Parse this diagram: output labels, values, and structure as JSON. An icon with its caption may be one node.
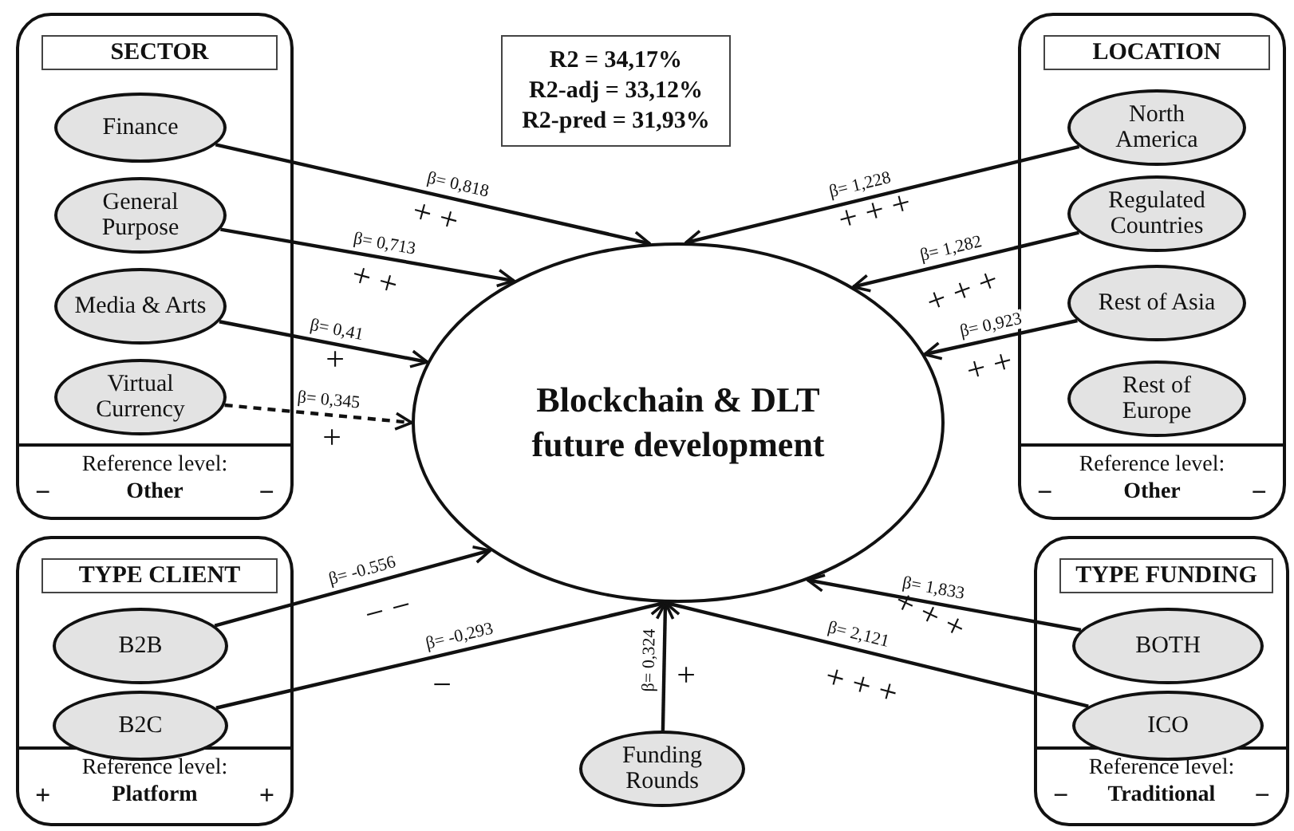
{
  "diagram": {
    "nodes": [
      {
        "text": [
          "SECTOR",
          "Reference level:",
          "−",
          "Other",
          "−"
        ]
      },
      {
        "text": [
          "Finance"
        ],
        "in": 0
      },
      {
        "text": [
          "General Purpose"
        ],
        "in": 0
      },
      {
        "text": [
          "Media & Arts"
        ],
        "in": 0
      },
      {
        "text": [
          "Virtual Currency"
        ],
        "in": 0
      },
      {
        "text": [
          "R2 = 34,17%",
          "R2-adj = 33,12%",
          "R2-pred = 31,93%"
        ]
      },
      {
        "text": [
          "LOCATION",
          "Reference level:",
          "−",
          "Other",
          "−"
        ]
      },
      {
        "text": [
          "North America"
        ],
        "in": 6
      },
      {
        "text": [
          "Regulated Countries"
        ],
        "in": 6
      },
      {
        "text": [
          "Rest of Asia"
        ],
        "in": 6
      },
      {
        "text": [
          "Rest of Europe"
        ],
        "in": 6
      },
      {
        "text": [
          "Blockchain & DLT future development"
        ]
      },
      {
        "text": [
          "TYPE CLIENT",
          "Reference level:",
          "+",
          "Platform",
          "+"
        ]
      },
      {
        "text": [
          "B2B"
        ],
        "in": 12
      },
      {
        "text": [
          "B2C"
        ],
        "in": 12
      },
      {
        "text": [
          "Funding Rounds"
        ]
      },
      {
        "text": [
          "TYPE FUNDING",
          "Reference level:",
          "−",
          "Traditional",
          "−"
        ]
      },
      {
        "text": [
          "BOTH"
        ],
        "in": 16
      },
      {
        "text": [
          "ICO"
        ],
        "in": 16
      }
    ],
    "edges": [
      {
        "from": 1,
        "to": 11,
        "arrow": "to",
        "label": "β= 0,818"
      },
      {
        "from": 2,
        "to": 11,
        "arrow": "to",
        "label": "β= 0,713"
      },
      {
        "from": 3,
        "to": 11,
        "arrow": "to",
        "label": "β= 0,41"
      },
      {
        "from": 4,
        "to": 11,
        "arrow": "to",
        "label": "β= 0,345",
        "style": "dashed"
      },
      {
        "from": 7,
        "to": 11,
        "arrow": "to",
        "label": "β= 1,228"
      },
      {
        "from": 8,
        "to": 11,
        "arrow": "to",
        "label": "β= 1,282"
      },
      {
        "from": 9,
        "to": 11,
        "arrow": "to",
        "label": "β= 0,923"
      },
      {
        "from": 13,
        "to": 11,
        "arrow": "to",
        "label": "β= -0.556"
      },
      {
        "from": 14,
        "to": 11,
        "arrow": "to",
        "label": "β= -0,293"
      },
      {
        "from": 15,
        "to": 11,
        "arrow": "to",
        "label": "β= 0,324"
      },
      {
        "from": 17,
        "to": 11,
        "arrow": "to",
        "label": "β= 1,833"
      },
      {
        "from": 18,
        "to": 11,
        "arrow": "to",
        "label": "β= 2,121"
      }
    ],
    "labels": [
      "+ +",
      "+ + +",
      "+ +",
      "+ + +",
      "+",
      "+ +",
      "+",
      "− −",
      "+ + +",
      "+",
      "−",
      "+ + +"
    ]
  }
}
